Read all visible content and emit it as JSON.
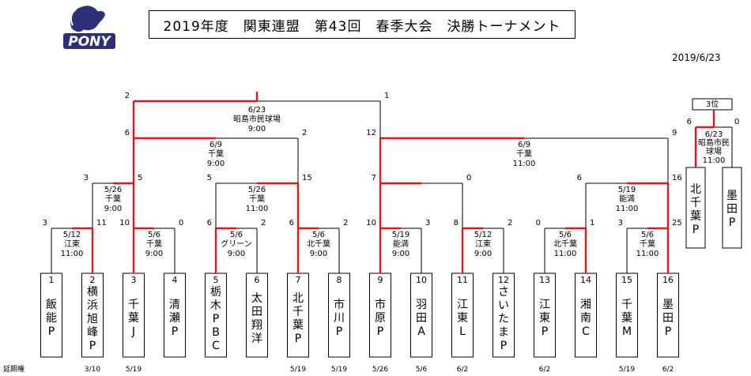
{
  "header": {
    "logo_text": "PONY",
    "title": "2019年度　関東連盟　第43回　春季大会　決勝トーナメント",
    "date": "2019/6/23"
  },
  "colors": {
    "win": "#e8141b",
    "line": "#000000"
  },
  "teams": [
    {
      "no": "1",
      "name": "飯能P",
      "ext": ""
    },
    {
      "no": "2",
      "name": "横浜旭峰P",
      "ext": "3/10"
    },
    {
      "no": "3",
      "name": "千葉J",
      "ext": "5/19"
    },
    {
      "no": "4",
      "name": "清瀬P",
      "ext": ""
    },
    {
      "no": "5",
      "name": "栃木PBC",
      "ext": ""
    },
    {
      "no": "6",
      "name": "太田翔洋",
      "ext": ""
    },
    {
      "no": "7",
      "name": "北千葉P",
      "ext": "5/19"
    },
    {
      "no": "8",
      "name": "市川P",
      "ext": "5/19"
    },
    {
      "no": "9",
      "name": "市原P",
      "ext": "5/26"
    },
    {
      "no": "10",
      "name": "羽田A",
      "ext": "5/6"
    },
    {
      "no": "11",
      "name": "江東L",
      "ext": "6/2"
    },
    {
      "no": "12",
      "name": "さいたまP",
      "ext": ""
    },
    {
      "no": "13",
      "name": "江東P",
      "ext": "6/2"
    },
    {
      "no": "14",
      "name": "湘南C",
      "ext": ""
    },
    {
      "no": "15",
      "name": "千葉M",
      "ext": "5/19"
    },
    {
      "no": "16",
      "name": "墨田P",
      "ext": "6/2"
    }
  ],
  "extension_label": "延期権",
  "r1": [
    {
      "date": "5/12",
      "venue": "江東",
      "time": "11:00",
      "ls": "3",
      "rs": "11"
    },
    {
      "date": "5/6",
      "venue": "千葉",
      "time": "9:00",
      "ls": "10",
      "rs": "0"
    },
    {
      "date": "5/6",
      "venue": "グリーン",
      "time": "9:00",
      "ls": "6",
      "rs": "2"
    },
    {
      "date": "5/6",
      "venue": "北千葉",
      "time": "9:00",
      "ls": "6",
      "rs": "2"
    },
    {
      "date": "5/19",
      "venue": "能満",
      "time": "9:00",
      "ls": "10",
      "rs": "3"
    },
    {
      "date": "5/12",
      "venue": "江東",
      "time": "9:00",
      "ls": "8",
      "rs": "2"
    },
    {
      "date": "5/6",
      "venue": "北千葉",
      "time": "11:00",
      "ls": "0",
      "rs": "1"
    },
    {
      "date": "5/6",
      "venue": "千葉",
      "time": "11:00",
      "ls": "3",
      "rs": "25"
    }
  ],
  "r2": [
    {
      "date": "5/26",
      "venue": "千葉",
      "time": "9:00",
      "ls": "3",
      "rs": "5"
    },
    {
      "date": "5/26",
      "venue": "千葉",
      "time": "11:00",
      "ls": "5",
      "rs": "15"
    },
    {
      "date": "",
      "venue": "",
      "time": "",
      "ls": "7",
      "rs": "0"
    },
    {
      "date": "5/19",
      "venue": "能満",
      "time": "11:00",
      "ls": "6",
      "rs": "16"
    }
  ],
  "r3": [
    {
      "date": "6/9",
      "venue": "千葉",
      "time": "9:00",
      "ls": "6",
      "rs": "2"
    },
    {
      "date": "6/9",
      "venue": "千葉",
      "time": "11:00",
      "ls": "12",
      "rs": "9"
    }
  ],
  "final": {
    "date": "6/23",
    "venue": "昭島市民球場",
    "time": "9:00",
    "ls": "2",
    "rs": "1"
  },
  "third_place": {
    "label": "3位",
    "date": "6/23",
    "venue_line1": "昭島市民",
    "venue_line2": "球場",
    "time": "11:00",
    "ls": "6",
    "rs": "0",
    "team_left": "北千葉P",
    "team_right": "墨田P"
  }
}
